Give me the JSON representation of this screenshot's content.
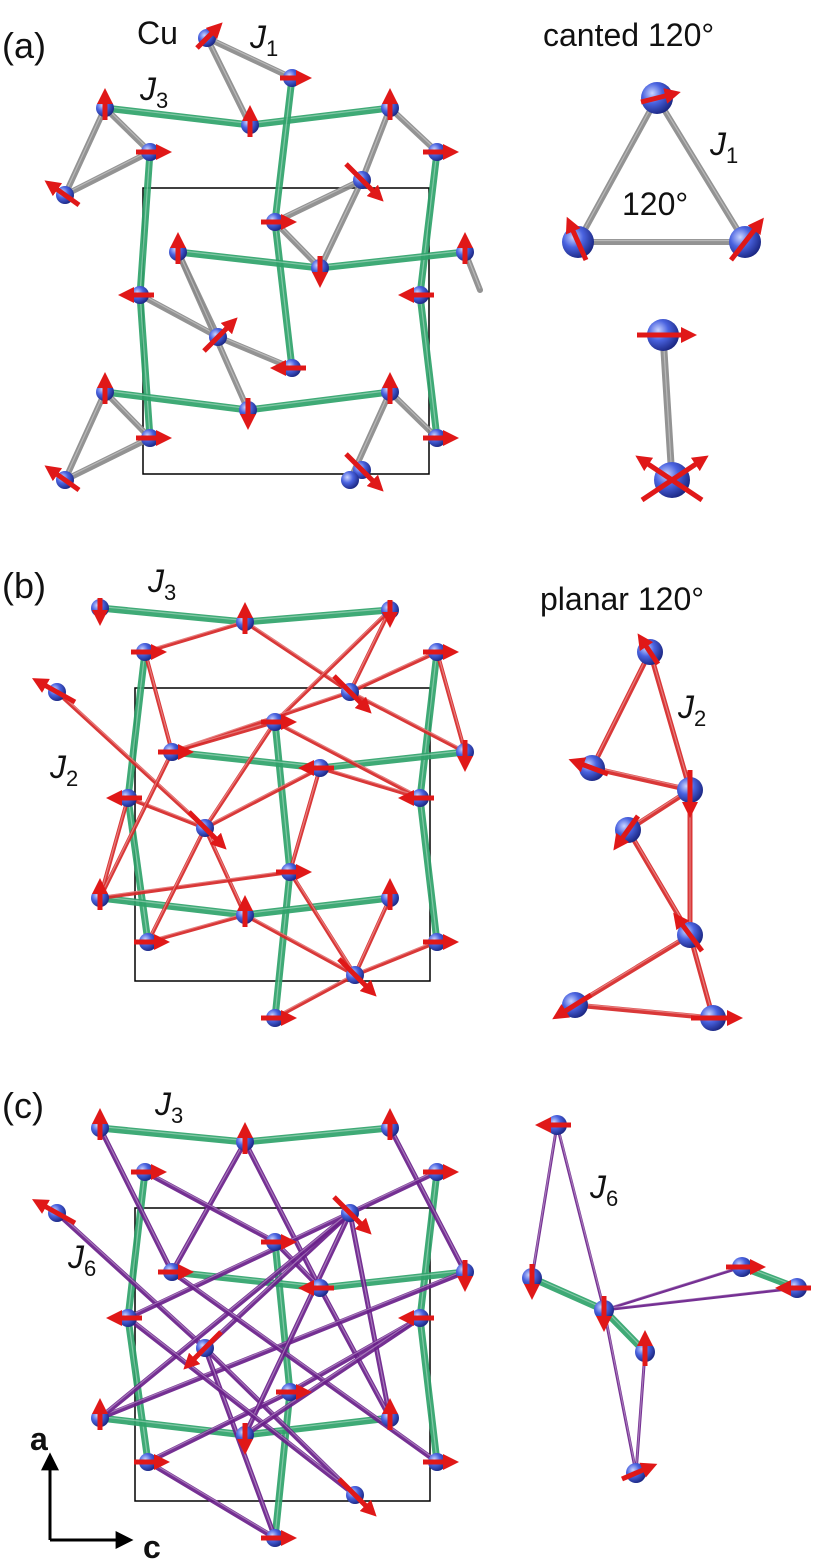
{
  "panels": [
    {
      "label": "(a)",
      "caption": "canted 120°",
      "cu_label": "Cu",
      "j_main": {
        "letter": "J",
        "sub": "1"
      },
      "j_green": {
        "letter": "J",
        "sub": "3"
      },
      "j_inset": {
        "letter": "J",
        "sub": "1"
      },
      "angle_label": "120°"
    },
    {
      "label": "(b)",
      "caption": "planar 120°",
      "j_green": {
        "letter": "J",
        "sub": "3"
      },
      "j_side": {
        "letter": "J",
        "sub": "2"
      },
      "j_inset": {
        "letter": "J",
        "sub": "2"
      }
    },
    {
      "label": "(c)",
      "j_green": {
        "letter": "J",
        "sub": "3"
      },
      "j_side": {
        "letter": "J",
        "sub": "6"
      },
      "j_inset": {
        "letter": "J",
        "sub": "6"
      }
    }
  ],
  "axes": {
    "vertical": "a",
    "horizontal": "c"
  },
  "colors": {
    "atom": "#3a4fd0",
    "spin": "#e01818",
    "bond_j1": "#8a8a8a",
    "bond_j2": "#d62828",
    "bond_j3": "#2fa36b",
    "bond_j6": "#6a1f8a",
    "cell": "#000000"
  }
}
